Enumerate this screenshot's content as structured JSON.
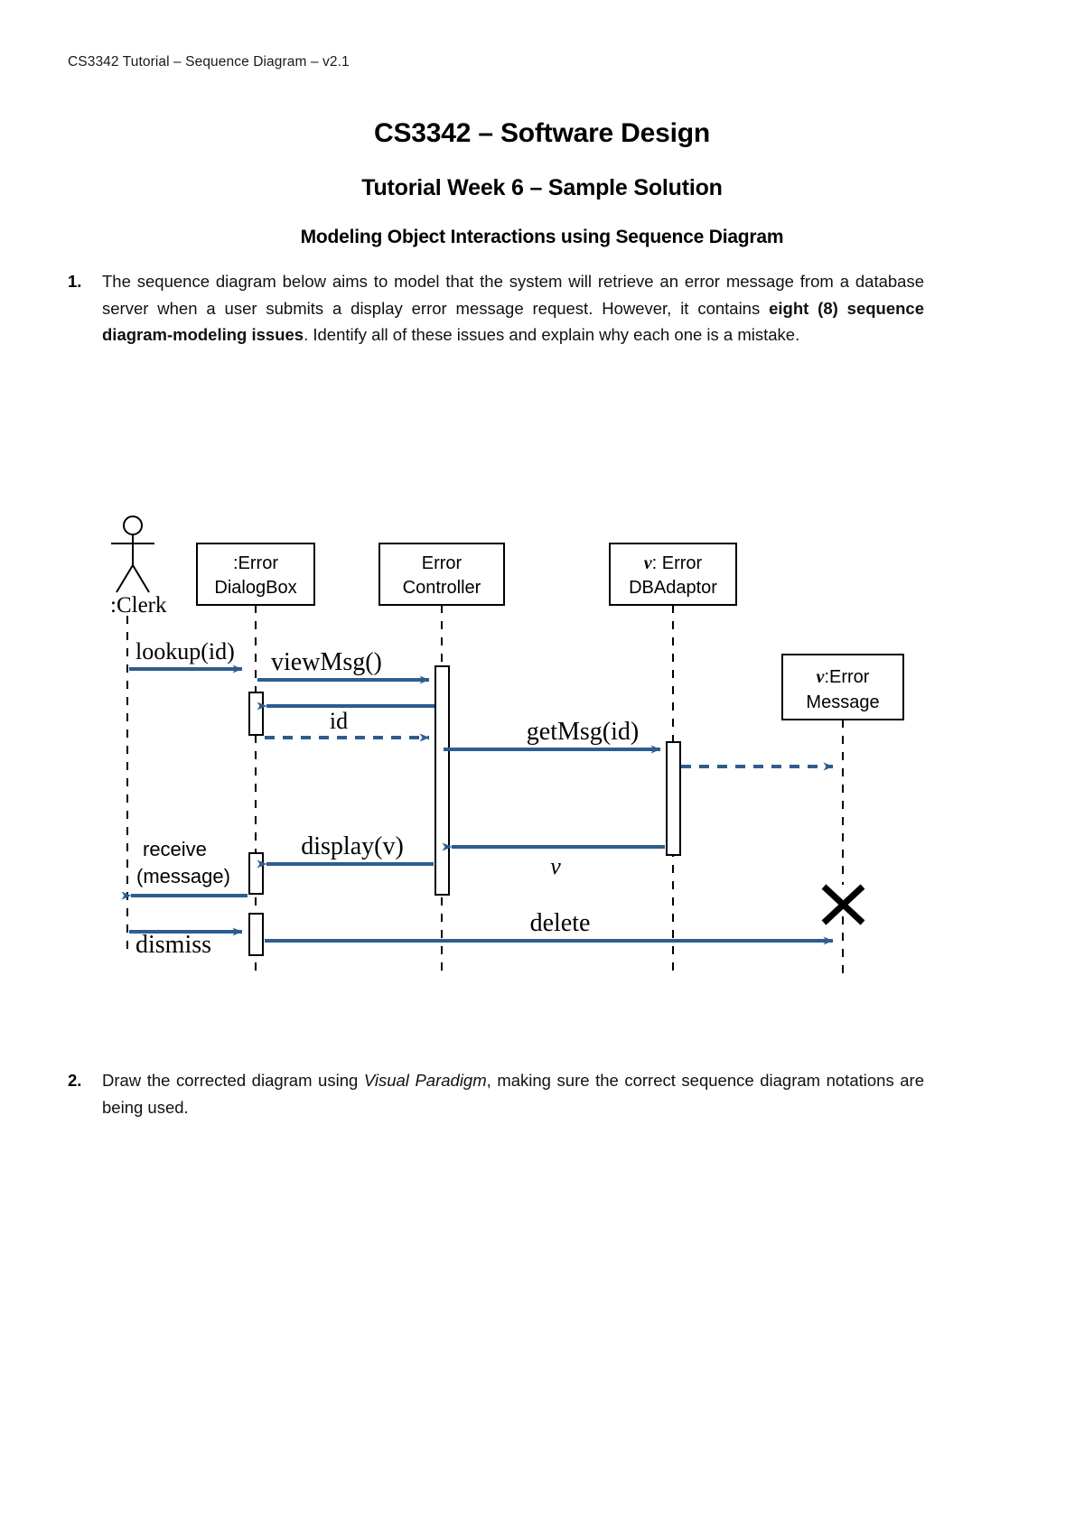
{
  "header": {
    "running_head": "CS3342 Tutorial – Sequence Diagram – v2.1"
  },
  "titles": {
    "course": "CS3342 – Software Design",
    "tutorial": "Tutorial Week 6 – Sample Solution",
    "topic": "Modeling Object Interactions using Sequence Diagram"
  },
  "questions": [
    {
      "number": "1.",
      "text_parts": [
        {
          "text": "The sequence diagram below aims to model that the system will retrieve an error message from a database server when a user submits a display error message request. However, it contains ",
          "style": "normal"
        },
        {
          "text": "eight (8) sequence diagram-modeling issues",
          "style": "bold"
        },
        {
          "text": ". Identify all of these issues and explain why each one is a mistake.",
          "style": "normal"
        }
      ]
    },
    {
      "number": "2.",
      "text_parts": [
        {
          "text": "Draw the corrected diagram using ",
          "style": "normal"
        },
        {
          "text": "Visual Paradigm",
          "style": "italic"
        },
        {
          "text": ", making sure the correct sequence diagram notations are being used.",
          "style": "normal"
        }
      ]
    }
  ],
  "diagram": {
    "type": "uml-sequence-diagram",
    "colors": {
      "arrow": "#2d5d8e",
      "line": "#000000",
      "box_fill": "#ffffff"
    },
    "actor": {
      "label": ":Clerk"
    },
    "lifelines": [
      {
        "id": "clerk",
        "label": ":Clerk",
        "kind": "actor"
      },
      {
        "id": "dialog",
        "label_line1": ":Error",
        "label_line2": "DialogBox",
        "bold_prefix": false,
        "kind": "boundary"
      },
      {
        "id": "controller",
        "label_line1": "Error",
        "label_line2": "Controller",
        "bold_prefix": false,
        "kind": "control"
      },
      {
        "id": "dbadaptor",
        "label_line1": "v: Error",
        "label_line2": "DBAdaptor",
        "bold_prefix": true,
        "kind": "entity"
      },
      {
        "id": "errormessage",
        "label_line1": "v:Error",
        "label_line2": "Message",
        "bold_prefix": true,
        "kind": "object"
      }
    ],
    "messages": [
      {
        "label": "lookup(id)",
        "from": "clerk",
        "to": "dialog",
        "style": "solid",
        "font": "serif"
      },
      {
        "label": "viewMsg()",
        "from": "dialog",
        "to": "controller",
        "style": "solid",
        "font": "serif"
      },
      {
        "label": "",
        "from": "controller",
        "to": "dialog",
        "style": "solid",
        "font": "serif"
      },
      {
        "label": "id",
        "from": "dialog",
        "to": "controller",
        "style": "dashed",
        "font": "serif"
      },
      {
        "label": "getMsg(id)",
        "from": "controller",
        "to": "dbadaptor",
        "style": "solid",
        "font": "serif"
      },
      {
        "label": "",
        "from": "dbadaptor",
        "to": "errormessage",
        "style": "dashed",
        "font": "serif"
      },
      {
        "label": "v",
        "from": "dbadaptor",
        "to": "controller",
        "style": "solid",
        "font": "serif-italic"
      },
      {
        "label": "display(v)",
        "from": "controller",
        "to": "dialog",
        "style": "solid",
        "font": "serif"
      },
      {
        "label": "receive (message)",
        "from": "dialog",
        "to": "clerk",
        "style": "solid",
        "font": "sans"
      },
      {
        "label": "dismiss",
        "from": "clerk",
        "to": "dialog",
        "style": "solid",
        "font": "serif"
      },
      {
        "label": "delete",
        "from": "dialog",
        "to": "errormessage",
        "style": "solid",
        "font": "serif"
      }
    ],
    "destruction": {
      "on": "errormessage",
      "marker": "X"
    },
    "labels": {
      "clerk": ":Clerk",
      "lookup": "lookup(id)",
      "viewmsg": "viewMsg()",
      "id": "id",
      "getmsg": "getMsg(id)",
      "v": "v",
      "display": "display(v)",
      "receive_line1": "receive",
      "receive_line2": "(message)",
      "dismiss": "dismiss",
      "delete": "delete",
      "dialog_l1": ":Error",
      "dialog_l2": "DialogBox",
      "controller_l1": "Error",
      "controller_l2": "Controller",
      "dbadaptor_l1a": "v",
      "dbadaptor_l1b": ": Error",
      "dbadaptor_l2": "DBAdaptor",
      "errmsg_l1a": "v",
      "errmsg_l1b": ":Error",
      "errmsg_l2": "Message"
    }
  }
}
